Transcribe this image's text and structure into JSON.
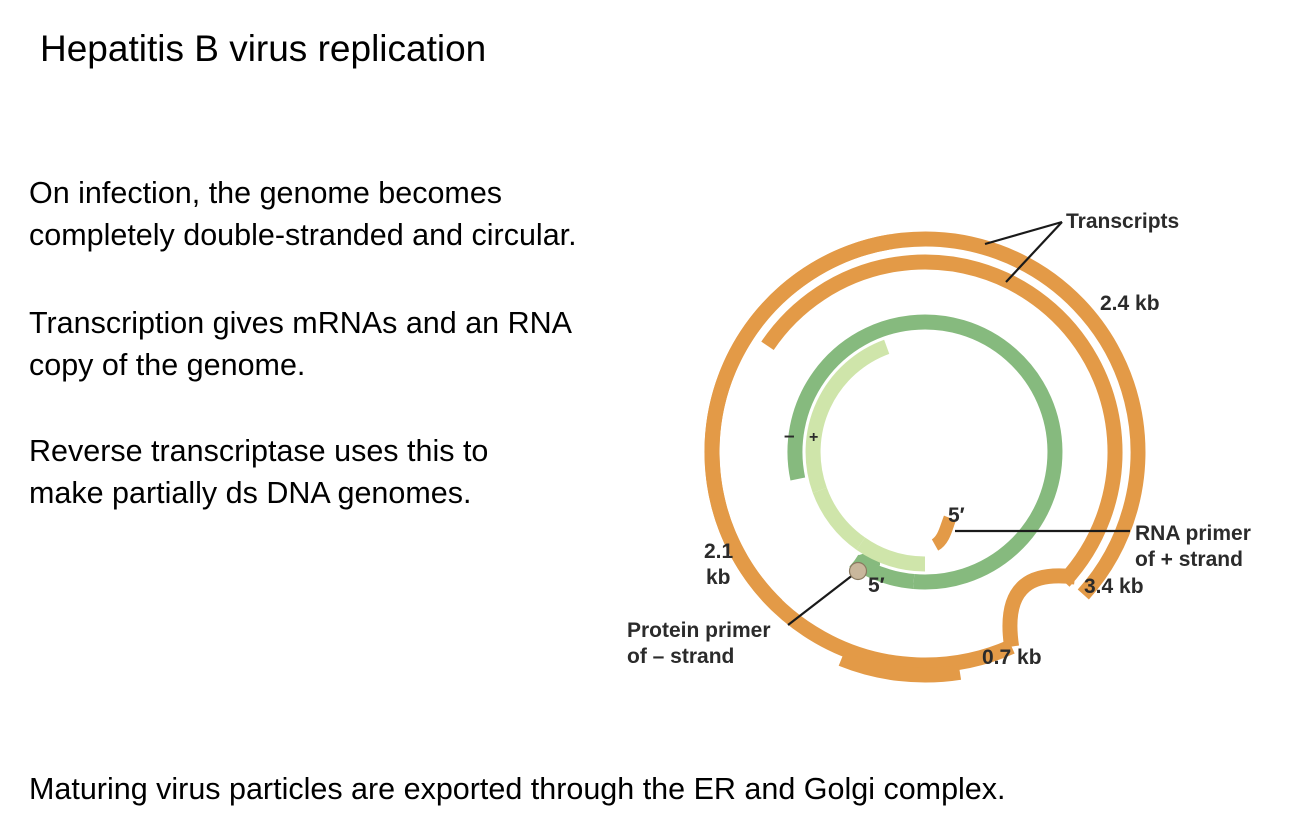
{
  "title": "Hepatitis B virus replication",
  "paragraphs": [
    [
      "On infection, the genome becomes",
      "completely double-stranded and circular."
    ],
    [
      "Transcription gives mRNAs and an RNA",
      "copy of the genome."
    ],
    [
      "Reverse transcriptase uses this to",
      "make partially ds DNA genomes."
    ]
  ],
  "footer": "Maturing virus particles are exported through the ER and Golgi complex.",
  "diagram": {
    "labels": {
      "transcripts": "Transcripts",
      "kb_2_4": "2.4 kb",
      "kb_2_1_line1": "2.1",
      "kb_2_1_line2": "kb",
      "rna_primer_line1": "RNA primer",
      "rna_primer_line2": "of + strand",
      "kb_3_4": "3.4 kb",
      "kb_0_7": "0.7 kb",
      "protein_primer_line1": "Protein primer",
      "protein_primer_line2": "of – strand",
      "five_prime_rna": "5′",
      "five_prime_protein": "5′",
      "minus_sign": "–",
      "plus_sign": "+"
    },
    "colors": {
      "transcript": "#E39A47",
      "minus_strand": "#86BA7E",
      "plus_strand": "#CFE5AA",
      "protein_primer": "#C9B79C",
      "leader_line": "#1a1a1a"
    }
  }
}
